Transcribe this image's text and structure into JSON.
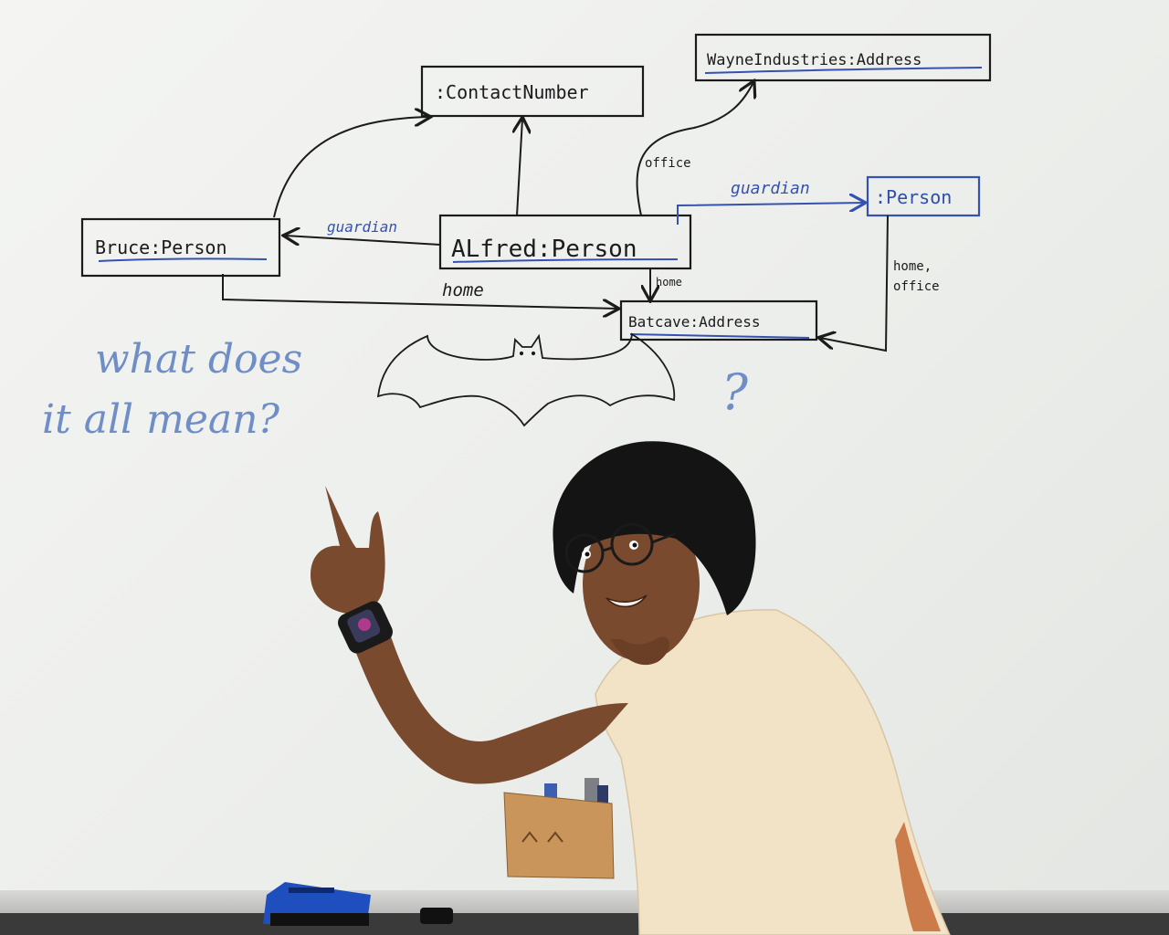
{
  "diagram": {
    "boxes": {
      "contact_number": ":ContactNumber",
      "wayne_address": "WayneIndustries:Address",
      "bruce": "Bruce:Person",
      "alfred": "ALfred:Person",
      "person": ":Person",
      "batcave": "Batcave:Address"
    },
    "edges": {
      "alfred_bruce_guardian": "guardian",
      "alfred_person_guardian": "guardian",
      "office": "office",
      "home_bruce": "home",
      "home_alfred": "home",
      "person_home": "home,",
      "person_office": "office"
    }
  },
  "handwriting": {
    "line1": "what does",
    "line2": "it all mean?",
    "question_mark": "?"
  },
  "colors": {
    "board": "#eeefed",
    "marker_black": "#1b1b1b",
    "marker_blue": "#3552b0",
    "handwriting_blue": "#6f8dc6",
    "shirt": "#f2e2c6",
    "skin": "#7a4a2e",
    "hair": "#141414",
    "cork": "#c9955b",
    "eraser": "#1f4fbf"
  },
  "objects": {
    "watch_icon": "smartwatch",
    "eraser_icon": "whiteboard-eraser",
    "marker_holder_icon": "cork-marker-holder",
    "bat_drawing_icon": "bat-doodle"
  }
}
